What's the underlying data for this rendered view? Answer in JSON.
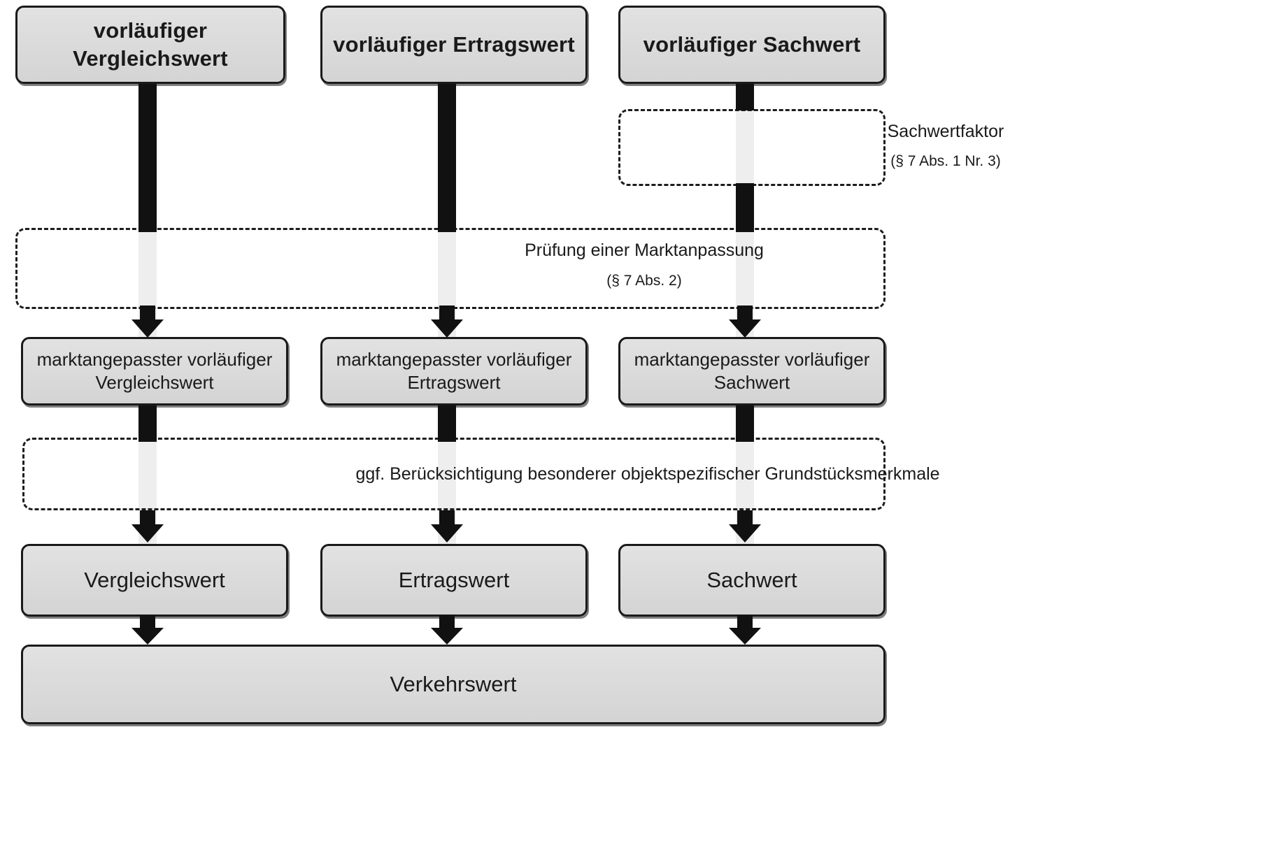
{
  "diagram": {
    "title": "Wertermittlung Verkehrswert",
    "colors": {
      "box_fill": "#dcdcdc",
      "box_border": "#1a1a1a",
      "connector": "#111111",
      "dashed_border": "#1d1d1d",
      "background": "#ffffff"
    },
    "top_row": [
      {
        "id": "vorlaeufiger-vergleichswert",
        "line1": "vorläufiger",
        "line2": "Vergleichswert"
      },
      {
        "id": "vorlaeufiger-ertragswert",
        "line1": "vorläufiger Ertragswert",
        "line2": ""
      },
      {
        "id": "vorlaeufiger-sachwert",
        "line1": "vorläufiger Sachwert",
        "line2": ""
      }
    ],
    "sachwertfaktor": {
      "id": "sachwertfaktor-band",
      "line1": "Sachwertfaktor",
      "line2": "(§ 7 Abs. 1 Nr. 3)"
    },
    "marktanpassung": {
      "id": "pruefung-marktanpassung-band",
      "line1": "Prüfung einer Marktanpassung",
      "line2": "(§ 7 Abs. 2)"
    },
    "middle_row": [
      {
        "id": "marktangepasster-vergleichswert",
        "line1": "marktangepasster vorläufiger",
        "line2": "Vergleichswert"
      },
      {
        "id": "marktangepasster-ertragswert",
        "line1": "marktangepasster vorläufiger",
        "line2": "Ertragswert"
      },
      {
        "id": "marktangepasster-sachwert",
        "line1": "marktangepasster vorläufiger",
        "line2": "Sachwert"
      }
    ],
    "merkmale": {
      "id": "objektspezifische-merkmale-band",
      "line1": "ggf. Berücksichtigung besonderer objektspezifischer Grundstücksmerkmale"
    },
    "result_row": [
      {
        "id": "vergleichswert",
        "label": "Vergleichswert"
      },
      {
        "id": "ertragswert",
        "label": "Ertragswert"
      },
      {
        "id": "sachwert",
        "label": "Sachwert"
      }
    ],
    "final": {
      "id": "verkehrswert",
      "label": "Verkehrswert"
    }
  }
}
